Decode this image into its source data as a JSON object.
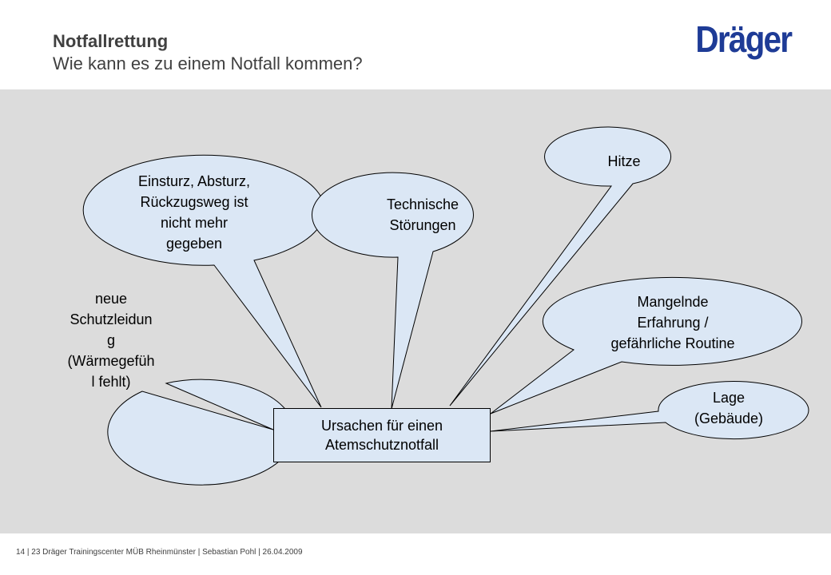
{
  "header": {
    "title": "Notfallrettung",
    "subtitle": "Wie kann es zu einem Notfall kommen?",
    "logo_text": "Dräger"
  },
  "diagram": {
    "center": "Ursachen für einen\nAtemschutznotfall",
    "bubbles": [
      "Einsturz, Absturz,\nRückzugsweg ist\nnicht mehr\ngegeben",
      "Technische\nStörungen",
      "Hitze",
      "Mangelnde\nErfahrung /\ngefährliche Routine",
      "neue\nSchutzleidun\ng\n(Wärmegefüh\nl fehlt)",
      "Lage\n(Gebäude)"
    ]
  },
  "footer": {
    "text": "14 | 23     Dräger Trainingscenter MÜB Rheinmünster  |  Sebastian Pohl  |  26.04.2009"
  },
  "colors": {
    "bubble_fill": "#dbe7f5",
    "stage_bg": "#dcdcdc",
    "logo": "#1e3b96"
  }
}
